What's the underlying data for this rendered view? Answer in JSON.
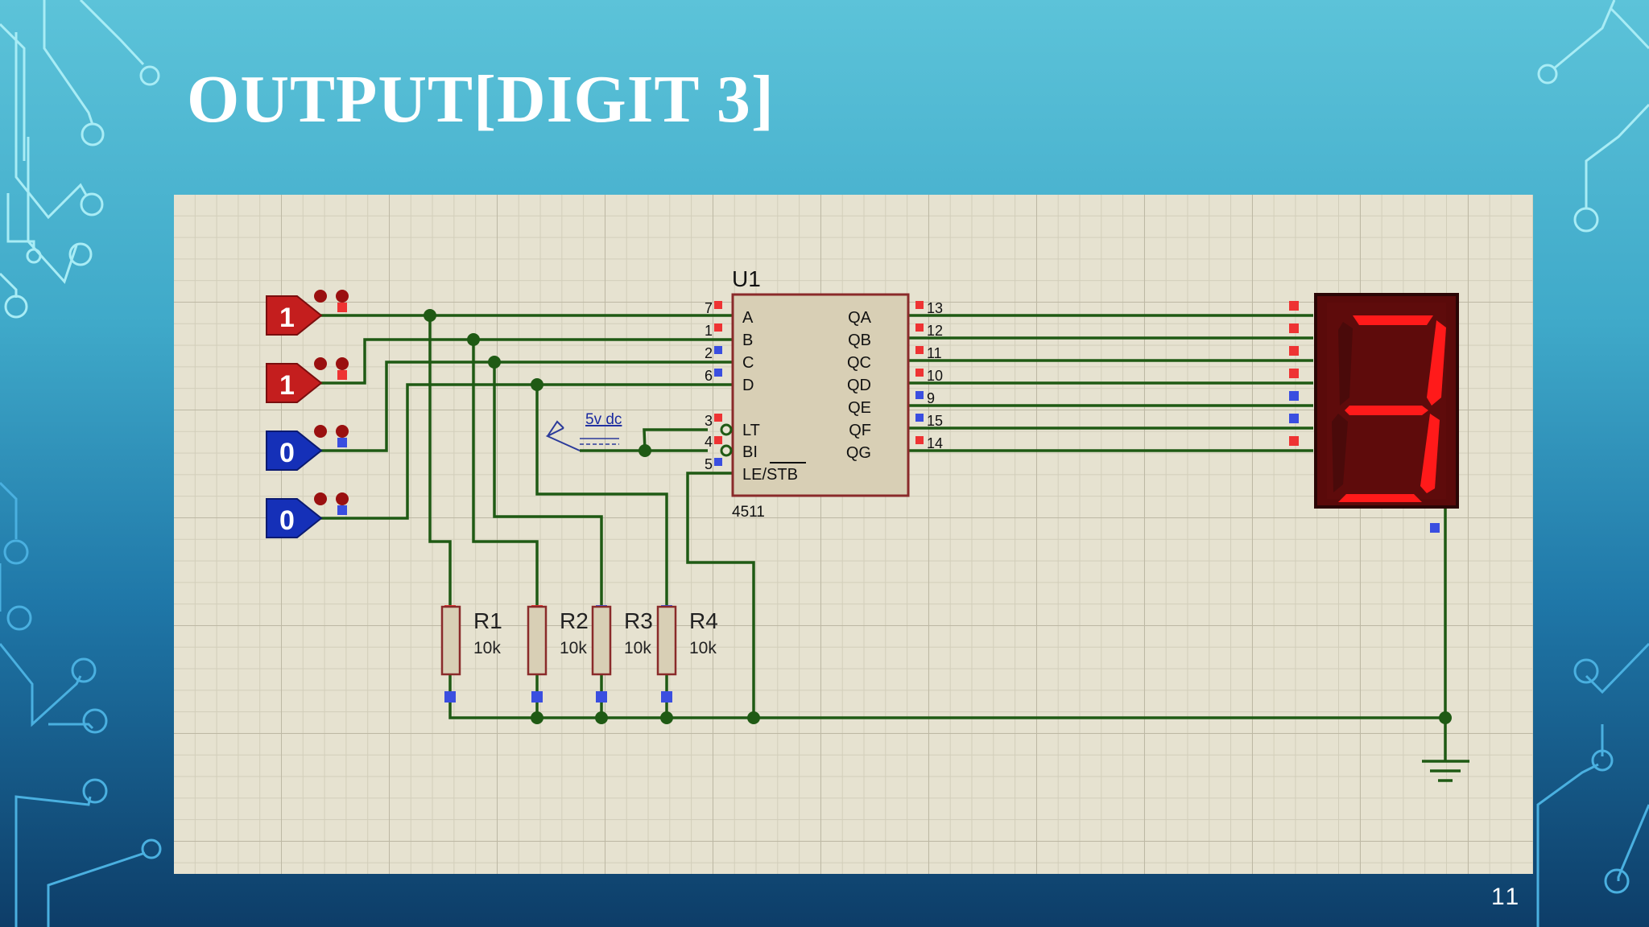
{
  "slide": {
    "title": "OUTPUT[DIGIT 3]",
    "page_number": "11"
  },
  "colors": {
    "background_top": "#5cc3d9",
    "background_bottom": "#0d3d68",
    "wire": "#1f5a14",
    "high_probe": "#c41e1e",
    "low_probe": "#1530b8",
    "segment_on": "#ff1a1a",
    "segment_off": "#4a0a0a",
    "display_body": "#5a0a0a"
  },
  "icons": [
    "circuit-trace-decoration",
    "ground-icon",
    "dc-source-icon"
  ],
  "schematic": {
    "inputs": [
      {
        "logic": "1",
        "state": "high"
      },
      {
        "logic": "1",
        "state": "high"
      },
      {
        "logic": "0",
        "state": "low"
      },
      {
        "logic": "0",
        "state": "low"
      }
    ],
    "ic": {
      "ref": "U1",
      "part": "4511",
      "left_pins": [
        {
          "num": "7",
          "name": "A",
          "state": "high"
        },
        {
          "num": "1",
          "name": "B",
          "state": "high"
        },
        {
          "num": "2",
          "name": "C",
          "state": "low"
        },
        {
          "num": "6",
          "name": "D",
          "state": "low"
        },
        {
          "num": "3",
          "name": "LT",
          "state": "high"
        },
        {
          "num": "4",
          "name": "BI",
          "state": "high"
        },
        {
          "num": "5",
          "name": "LE/",
          "overline": "STB",
          "state": "low"
        }
      ],
      "right_pins": [
        {
          "num": "13",
          "name": "QA",
          "state": "high"
        },
        {
          "num": "12",
          "name": "QB",
          "state": "high"
        },
        {
          "num": "11",
          "name": "QC",
          "state": "high"
        },
        {
          "num": "10",
          "name": "QD",
          "state": "high"
        },
        {
          "num": "9",
          "name": "QE",
          "state": "low"
        },
        {
          "num": "15",
          "name": "QF",
          "state": "low"
        },
        {
          "num": "14",
          "name": "QG",
          "state": "high"
        }
      ]
    },
    "power": {
      "label": "5v dc"
    },
    "resistors": [
      {
        "ref": "R1",
        "value": "10k",
        "top_state": "high"
      },
      {
        "ref": "R2",
        "value": "10k",
        "top_state": "high"
      },
      {
        "ref": "R3",
        "value": "10k",
        "top_state": "low"
      },
      {
        "ref": "R4",
        "value": "10k",
        "top_state": "low"
      }
    ],
    "display": {
      "digit": "3",
      "segments_on": [
        "a",
        "b",
        "c",
        "d",
        "g"
      ]
    }
  }
}
